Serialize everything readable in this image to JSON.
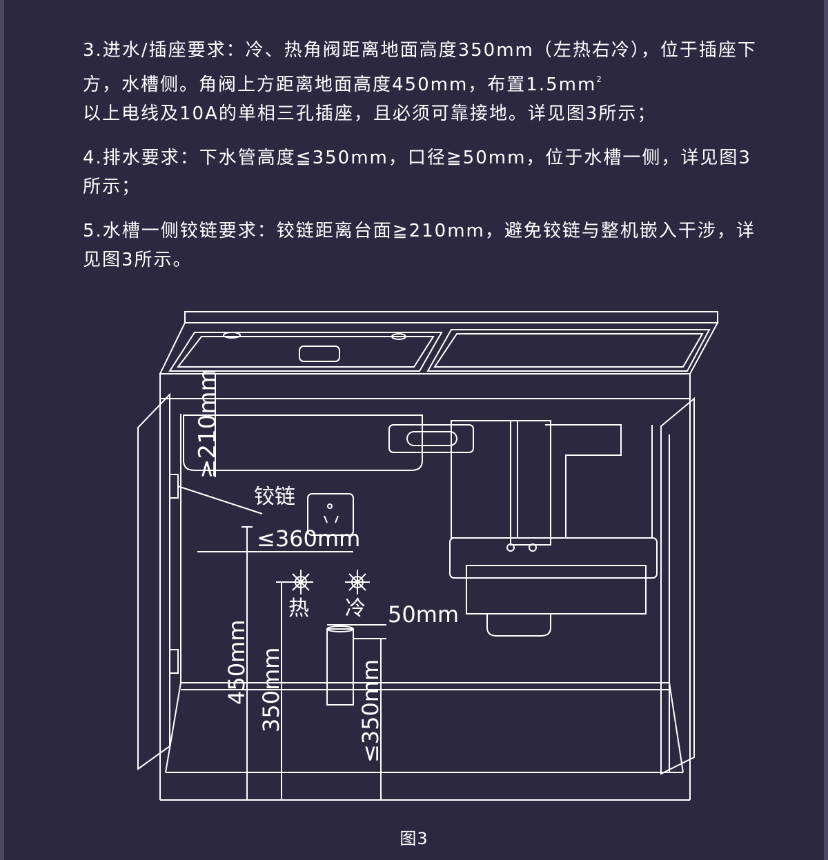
{
  "paragraphs": {
    "p3_a": "3.进水/插座要求：冷、热角阀距离地面高度350mm（左热右冷），位于插座下方，水槽侧。角阀上方距离地面高度450mm，布置1.5mm",
    "p3_sup": "2",
    "p3_b": "以上电线及10A的单相三孔插座，且必须可靠接地。详见图3所示；",
    "p4": "4.排水要求：下水管高度≦350mm，口径≧50mm，位于水槽一侧，详见图3所示；",
    "p5": "5.水槽一侧铰链要求：铰链距离台面≧210mm，避免铰链与整机嵌入干涉，详见图3所示。"
  },
  "diagram": {
    "hinge_label": "铰链",
    "hinge_dim": "≥210mm",
    "socket_dim": "≤360mm",
    "hot_label": "热",
    "cold_label": "冷",
    "pipe_dim": "50mm",
    "height_450": "450mm",
    "height_350": "350mm",
    "drain_dim": "≤350mm"
  },
  "caption": "图3",
  "colors": {
    "background": "#2b2840",
    "line": "#ffffff",
    "border": "#4a4863"
  }
}
